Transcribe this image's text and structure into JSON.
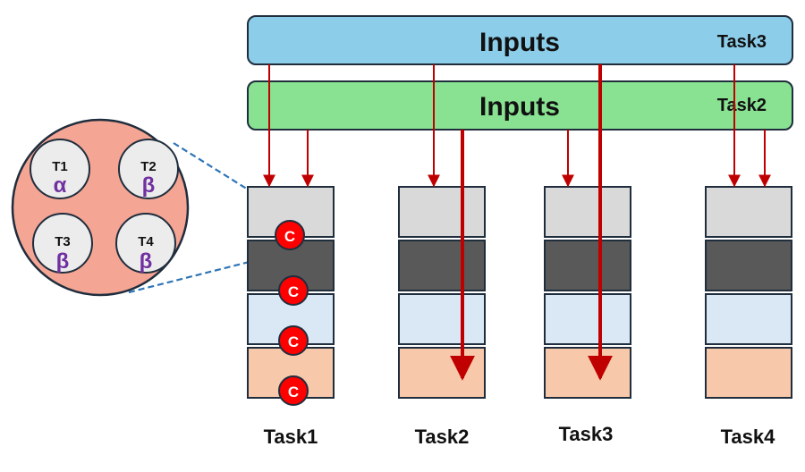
{
  "inputs_bars": [
    {
      "label": "Inputs",
      "task": "Task3",
      "fill": "#8ccdea"
    },
    {
      "label": "Inputs",
      "task": "Task2",
      "fill": "#88e291"
    }
  ],
  "columns": [
    {
      "label": "Task1"
    },
    {
      "label": "Task2"
    },
    {
      "label": "Task3"
    },
    {
      "label": "Task4"
    }
  ],
  "block_colors": [
    "#d9d9d9",
    "#595959",
    "#dae8f6",
    "#f7c8aa"
  ],
  "connector_label": "C",
  "zoom": {
    "fill": "#f4a593",
    "items": [
      {
        "label": "T1",
        "symbol": "α"
      },
      {
        "label": "T2",
        "symbol": "β"
      },
      {
        "label": "T3",
        "symbol": "β"
      },
      {
        "label": "T4",
        "symbol": "β"
      }
    ]
  },
  "colors": {
    "arrow": "#c00000",
    "connector": "#ff0000",
    "dashed_line": "#2e75b6",
    "symbol": "#7030a0",
    "border": "#1f2d3d"
  }
}
